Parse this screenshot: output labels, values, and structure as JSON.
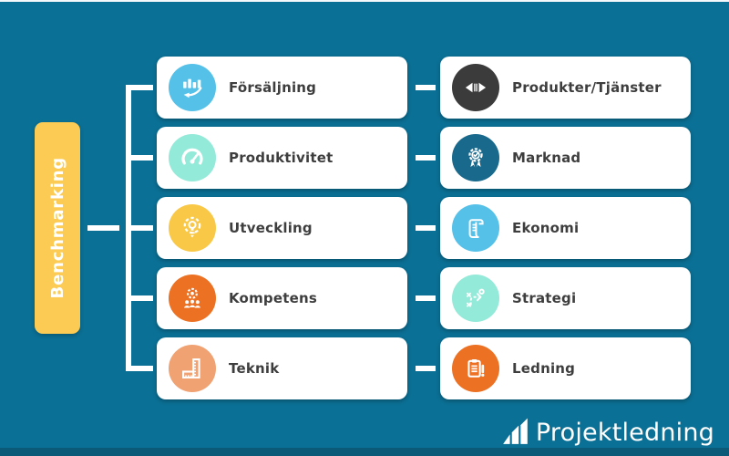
{
  "colors": {
    "background": "#0B7095",
    "bottom_strip": "#0A5A78",
    "connector": "#FFFFFF",
    "card_bg": "#FFFFFF",
    "card_text": "#3E3E3E",
    "root_bg": "#FBCB54",
    "root_text": "#FFFFFF",
    "logo_text": "#FFFFFF"
  },
  "root": {
    "label": "Benchmarking"
  },
  "left_column": [
    {
      "label": "Försäljning",
      "icon": "declining-bar-chart",
      "circle_color": "#55C1E9"
    },
    {
      "label": "Produktivitet",
      "icon": "gauge",
      "circle_color": "#94EAD8"
    },
    {
      "label": "Utveckling",
      "icon": "lightbulb-gear",
      "circle_color": "#F9C847"
    },
    {
      "label": "Kompetens",
      "icon": "team-gear",
      "circle_color": "#EC7123"
    },
    {
      "label": "Teknik",
      "icon": "ruler-square",
      "circle_color": "#F0A273"
    }
  ],
  "right_column": [
    {
      "label": "Produkter/Tjänster",
      "icon": "width-arrows",
      "circle_color": "#3B3B3B"
    },
    {
      "label": "Marknad",
      "icon": "award-ribbon",
      "circle_color": "#19698C"
    },
    {
      "label": "Ekonomi",
      "icon": "scroll-document",
      "circle_color": "#55C1E9"
    },
    {
      "label": "Strategi",
      "icon": "strategy-plan",
      "circle_color": "#94EAD8"
    },
    {
      "label": "Ledning",
      "icon": "clipboard-alert",
      "circle_color": "#EC7123"
    }
  ],
  "logo": {
    "text": "Projektledning",
    "icon": "ascending-bars"
  }
}
